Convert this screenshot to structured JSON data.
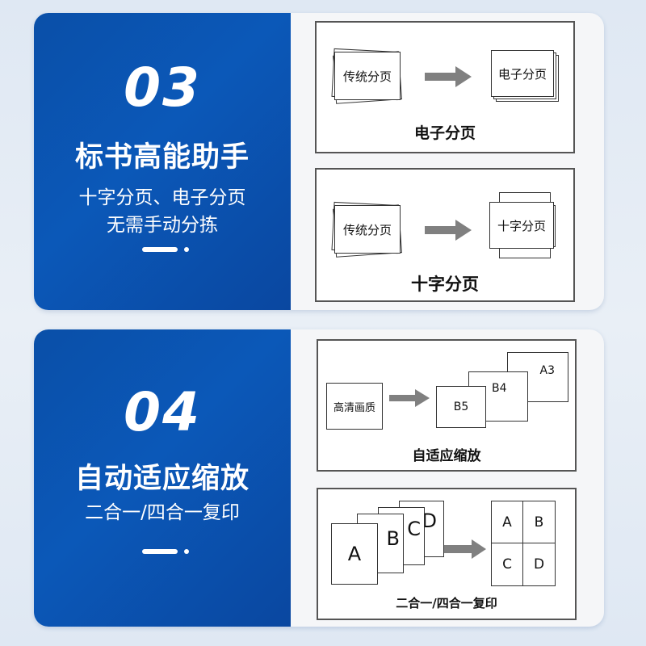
{
  "sections": [
    {
      "number": "03",
      "title": "标书高能助手",
      "subtitle_lines": [
        "十字分页、电子分页",
        "无需手动分拣"
      ],
      "panels": [
        {
          "source": "传统分页",
          "target": "电子分页",
          "caption": "电子分页"
        },
        {
          "source": "传统分页",
          "target": "十字分页",
          "caption": "十字分页"
        }
      ]
    },
    {
      "number": "04",
      "title": "自动适应缩放",
      "subtitle_lines": [
        "二合一/四合一复印"
      ],
      "panels": [
        {
          "source": "高清画质",
          "sizes": [
            "B5",
            "B4",
            "A3"
          ],
          "caption": "自适应缩放"
        },
        {
          "pages": [
            "A",
            "B",
            "C",
            "D"
          ],
          "grid": [
            "A",
            "B",
            "C",
            "D"
          ],
          "caption": "二合一/四合一复印"
        }
      ]
    }
  ],
  "colors": {
    "brand_blue": "#0a4fa8",
    "arrow_gray": "#808080",
    "panel_border": "#555555"
  }
}
